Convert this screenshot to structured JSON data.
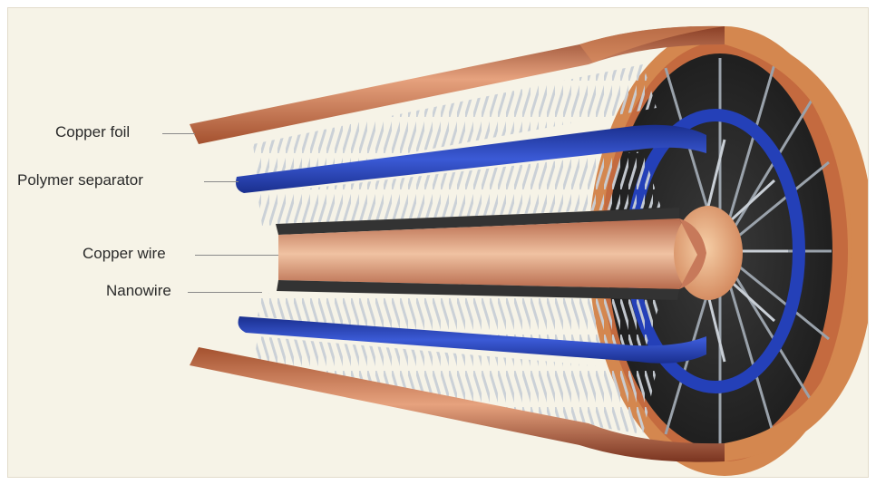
{
  "labels": {
    "copper_foil": "Copper foil",
    "polymer_separator": "Polymer separator",
    "copper_wire": "Copper wire",
    "nanowire": "Nanowire"
  },
  "colors": {
    "background": "#f6f3e7",
    "copper": "#b8674a",
    "copper_light": "#e8b08a",
    "separator_blue": "#2440b8",
    "nanowire_silver": "#c9cfd6",
    "core_dark": "#2a2a2a"
  }
}
